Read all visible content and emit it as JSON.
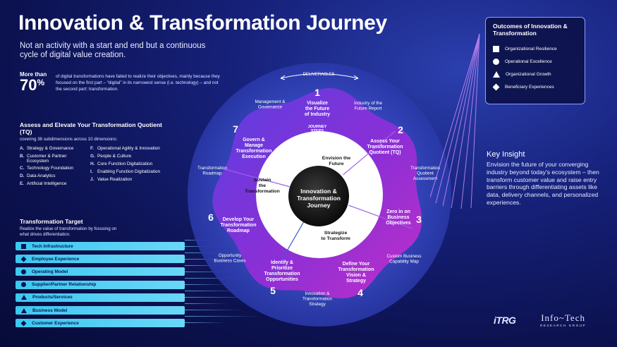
{
  "title": "Innovation & Transformation Journey",
  "subtitle": "Not an activity with a start and end but a continuous cycle of digital value creation.",
  "stat": {
    "more_than": "More than",
    "number": "70",
    "percent": "%",
    "text": "of digital transformations have failed to realize their objectives, mainly because they focused on the first part – “digital” in its narrowest sense (i.e. technology) – and not the second part: transformation."
  },
  "tq": {
    "heading": "Assess and Elevate Your Transformation Quotient (TQ)",
    "sub": "covering 38 subdimensions across 10 dimensions:",
    "left": [
      {
        "k": "A.",
        "v": "Strategy & Governance"
      },
      {
        "k": "B.",
        "v": "Customer & Partner Ecosystem"
      },
      {
        "k": "C.",
        "v": "Technology Foundation"
      },
      {
        "k": "D.",
        "v": "Data Analytics"
      },
      {
        "k": "E.",
        "v": "Artificial Intelligence"
      }
    ],
    "right": [
      {
        "k": "F.",
        "v": "Operational Agility & Innovation"
      },
      {
        "k": "G.",
        "v": "People & Culture"
      },
      {
        "k": "H.",
        "v": "Core Function Digitalization"
      },
      {
        "k": "I.",
        "v": "Enabling Function Digitalization"
      },
      {
        "k": "J.",
        "v": "Value Realization"
      }
    ]
  },
  "target": {
    "heading": "Transformation Target",
    "sub": "Realize the value of transformation by focusing on what drives differentiation.",
    "items": [
      {
        "label": "Tech Infrastructure",
        "icon": "square-icon"
      },
      {
        "label": "Employee Experience",
        "icon": "diamond-icon"
      },
      {
        "label": "Operating Model",
        "icon": "circle-icon"
      },
      {
        "label": "Supplier/Partner Relationship",
        "icon": "circle-icon"
      },
      {
        "label": "Products/Services",
        "icon": "triangle-icon"
      },
      {
        "label": "Business Model",
        "icon": "triangle-icon"
      },
      {
        "label": "Customer Experience",
        "icon": "diamond-icon"
      }
    ]
  },
  "outcomes": {
    "heading": "Outcomes of Innovation & Transformation",
    "items": [
      {
        "label": "Organizational Resilience",
        "icon": "square-icon"
      },
      {
        "label": "Operational Excellence",
        "icon": "circle-icon"
      },
      {
        "label": "Organizational Growth",
        "icon": "triangle-icon"
      },
      {
        "label": "Beneficiary Experiences",
        "icon": "diamond-icon"
      }
    ]
  },
  "insight": {
    "heading": "Key Insight",
    "text": "Envision the future of your converging industry beyond today's ecosystem – then transform customer value and raise entry barriers through differentiating assets like data, delivery channels, and personalized experiences."
  },
  "wheel": {
    "center": "Innovation & Transformation Journey",
    "deliverables": "DELIVERABLES",
    "journey_steps": "JOURNEY STEPS",
    "inner": [
      "Envision the Future",
      "Strategize to Transform",
      "Sustain the Transformation"
    ],
    "steps": [
      {
        "num": "1",
        "label": "Visualize the Future of Industry"
      },
      {
        "num": "2",
        "label": "Assess Your Transformation Quotient (TQ)"
      },
      {
        "num": "3",
        "label": "Zero in on Business Objectives"
      },
      {
        "num": "4",
        "label": "Define Your Transformation Vision & Strategy"
      },
      {
        "num": "5",
        "label": "Identify & Prioritize Transformation Opportunities"
      },
      {
        "num": "6",
        "label": "Develop Your Transformation Roadmap"
      },
      {
        "num": "7",
        "label": "Govern & Manage Transformation Execution"
      }
    ],
    "deliverables_list": [
      "Industry of the Future Report",
      "Transformation Quotient Assessment",
      "Custom Business Capability Map",
      "Innovation & Transformation Strategy",
      "Opportunity Business Cases",
      "Transformation Roadmap",
      "Management & Governance"
    ]
  },
  "logos": {
    "itrg": "iTRG",
    "infotech": "Info~Tech",
    "infotech_sub": "RESEARCH GROUP"
  },
  "colors": {
    "cyan": "#3cc8f0",
    "purple": "#8b2fd6",
    "magenta": "#b12fd0",
    "navy": "#0b1450"
  }
}
